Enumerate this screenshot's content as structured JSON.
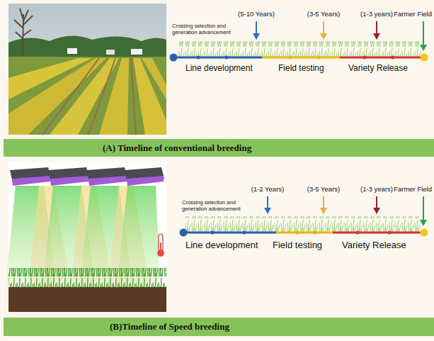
{
  "diagram": {
    "nodes": [
      {
        "text": [
          "(A) Timeline of conventional breeding"
        ]
      },
      {
        "text": [
          "(B)Timeline of Speed breeding"
        ]
      }
    ],
    "labels": [
      "Crossing selection and generation advancement",
      "(5-10 Years)",
      "(3-5 Years)",
      "(1-3 years)",
      "Farmer Field",
      "Line development",
      "Field testing",
      "Variety Release",
      "Crossing selection and generation advancement",
      "(1-2 Years)",
      "(3-5 Years)",
      "(1-3 years)",
      "Farmer Field",
      "Line development",
      "Field testing",
      "Variety Release"
    ]
  }
}
